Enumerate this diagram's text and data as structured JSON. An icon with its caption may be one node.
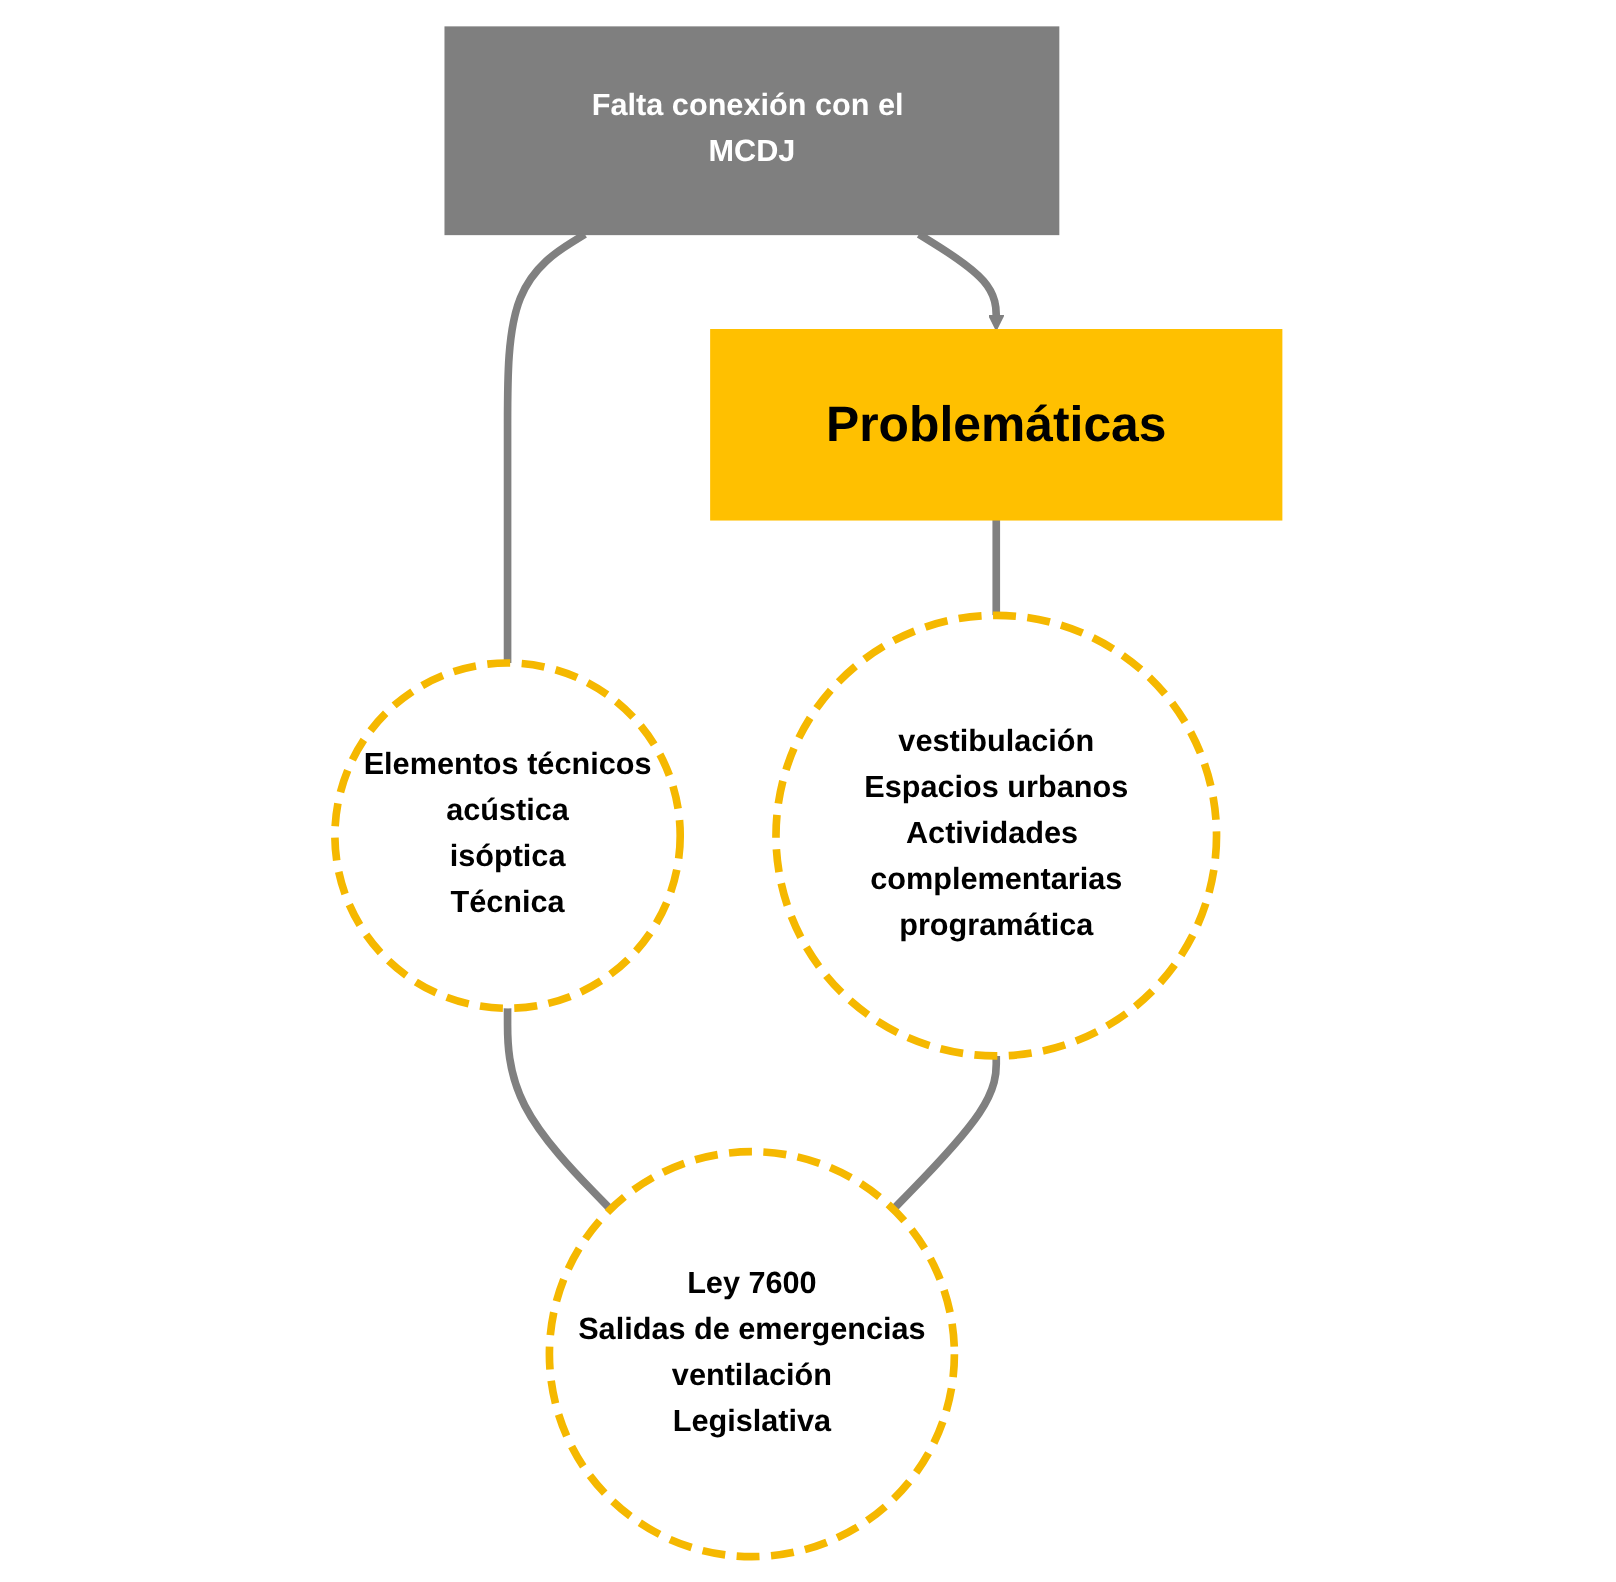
{
  "diagram": {
    "nodes": [
      {
        "text": [
          "Falta conexión con el MCDJ"
        ]
      },
      {
        "text": [
          "Problemáticas"
        ]
      },
      {
        "text": [
          "Elementos técnicos",
          "acústica",
          "isóptica",
          "Técnica"
        ]
      },
      {
        "text": [
          "Ley 7600",
          "Salidas de emergencias",
          "ventilación",
          "Legislativa"
        ]
      },
      {
        "text": [
          "vestibulación",
          "Espacios urbanos",
          "Actividades complementarias",
          "programática"
        ]
      }
    ],
    "edges": [
      {
        "from": 0,
        "to": 2,
        "arrow": "none"
      },
      {
        "from": 0,
        "to": 1,
        "arrow": "to"
      },
      {
        "from": 1,
        "to": 4,
        "arrow": "none"
      },
      {
        "from": 2,
        "to": 3,
        "arrow": "none"
      },
      {
        "from": 4,
        "to": 3,
        "arrow": "none"
      }
    ]
  }
}
